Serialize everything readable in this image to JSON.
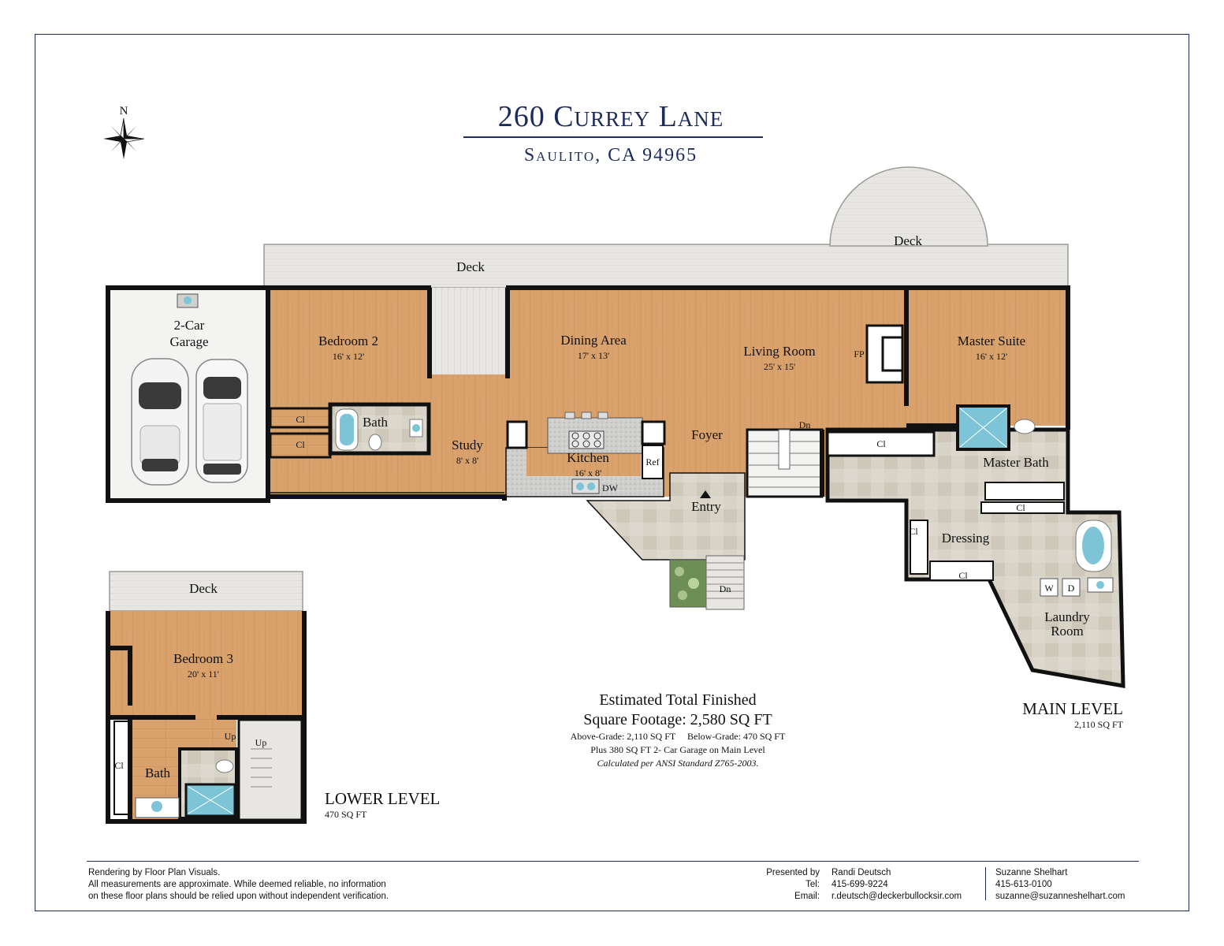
{
  "title": {
    "address": "260 Currey Lane",
    "city": "Saulito, CA 94965"
  },
  "compass": {
    "north_label": "N",
    "icon": "compass-rose-icon"
  },
  "rooms_main": {
    "deck_left": "Deck",
    "deck_right": "Deck",
    "garage_line1": "2-Car",
    "garage_line2": "Garage",
    "bedroom2": "Bedroom 2",
    "bedroom2_dim": "16' x 12'",
    "dining": "Dining Area",
    "dining_dim": "17' x 13'",
    "living": "Living Room",
    "living_dim": "25' x 15'",
    "fp": "FP",
    "master_suite": "Master Suite",
    "master_suite_dim": "16' x 12'",
    "cl_bed2": "Cl",
    "cl_hall": "Cl",
    "bath": "Bath",
    "study": "Study",
    "study_dim": "8' x 8'",
    "kitchen": "Kitchen",
    "kitchen_dim": "16' x 8'",
    "ref": "Ref",
    "dw": "DW",
    "foyer": "Foyer",
    "entry": "Entry",
    "dn_stair": "Dn",
    "dn_entry": "Dn",
    "cl_master": "Cl",
    "master_bath": "Master Bath",
    "cl_bath": "Cl",
    "cl_dressing_left": "Cl",
    "dressing": "Dressing",
    "cl_dressing_bottom": "Cl",
    "washer": "W",
    "dryer": "D",
    "laundry_line1": "Laundry",
    "laundry_line2": "Room"
  },
  "rooms_lower": {
    "deck": "Deck",
    "bedroom3": "Bedroom 3",
    "bedroom3_dim": "20' x 11'",
    "up1": "Up",
    "up2": "Up",
    "cl": "Cl",
    "bath": "Bath"
  },
  "sqft": {
    "line1": "Estimated Total Finished",
    "line2": "Square Footage: 2,580 SQ FT",
    "line3": "Above-Grade: 2,110 SQ FT     Below-Grade: 470 SQ FT",
    "line4": "Plus 380 SQ FT 2- Car Garage on Main Level",
    "line5": "Calculated per ANSI Standard Z765-2003."
  },
  "levels": {
    "main_name": "MAIN LEVEL",
    "main_sqft": "2,110 SQ FT",
    "lower_name": "LOWER LEVEL",
    "lower_sqft": "470 SQ FT"
  },
  "footer": {
    "disclaimer1": "Rendering by Floor Plan Visuals.",
    "disclaimer2": "All measurements are approximate. While deemed reliable, no information",
    "disclaimer3": "on these floor plans should be relied upon without independent verification.",
    "presented_label": "Presented by",
    "tel_label": "Tel:",
    "email_label": "Email:",
    "agent1_name": "Randi Deutsch",
    "agent1_tel": "415-699-9224",
    "agent1_email": "r.deutsch@deckerbullocksir.com",
    "agent2_name": "Suzanne Shelhart",
    "agent2_tel": "415-613-0100",
    "agent2_email": "suzanne@suzanneshelhart.com"
  },
  "colors": {
    "wood": "#d9a26d",
    "tile": "#d8d3c7",
    "deck": "#e7e6e2",
    "wall": "#111111",
    "navy": "#1c2b5a",
    "counter": "#cfcfcd",
    "water": "#7cc4d6"
  }
}
